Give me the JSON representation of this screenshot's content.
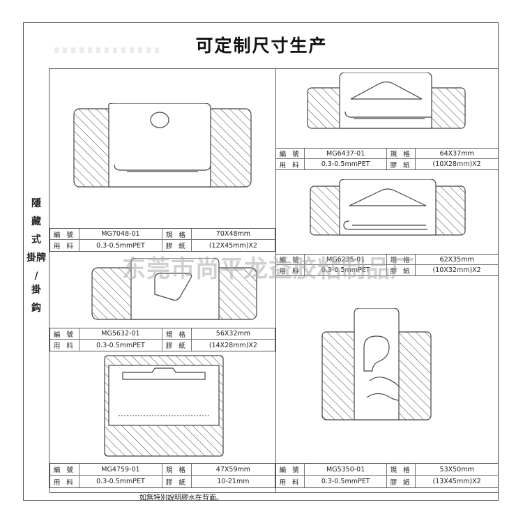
{
  "title": "可定制尺寸生产",
  "side_title": [
    "隱",
    "藏",
    "式",
    "掛牌",
    "/",
    "掛",
    "鈎"
  ],
  "labels": {
    "code": "編 號",
    "spec": "規 格",
    "material": "用 料",
    "adhesive": "膠 紙"
  },
  "products": [
    {
      "code": "MG7048-01",
      "spec": "70X48mm",
      "material": "0.3-0.5mmPET",
      "adhesive": "(12X45mm)X2"
    },
    {
      "code": "MG6437-01",
      "spec": "64X37mm",
      "material": "0.3-0.5mmPET",
      "adhesive": "(10X28mm)X2"
    },
    {
      "code": "MG6235-01",
      "spec": "62X35mm",
      "material": "0.3-0.5mmPET",
      "adhesive": "(10X32mm)X2"
    },
    {
      "code": "MG5632-01",
      "spec": "56X32mm",
      "material": "0.3-0.5mmPET",
      "adhesive": "(14X28mm)X2"
    },
    {
      "code": "MG4759-01",
      "spec": "47X59mm",
      "material": "0.3-0.5mmPET",
      "adhesive": "10-21mm"
    },
    {
      "code": "MG5350-01",
      "spec": "53X50mm",
      "material": "0.3-0.5mmPET",
      "adhesive": "(13X45mm)X2"
    }
  ],
  "watermark": "东莞市尚平龙益胶粘制品厂",
  "footnote": "如無特別說明膠水在背面。"
}
